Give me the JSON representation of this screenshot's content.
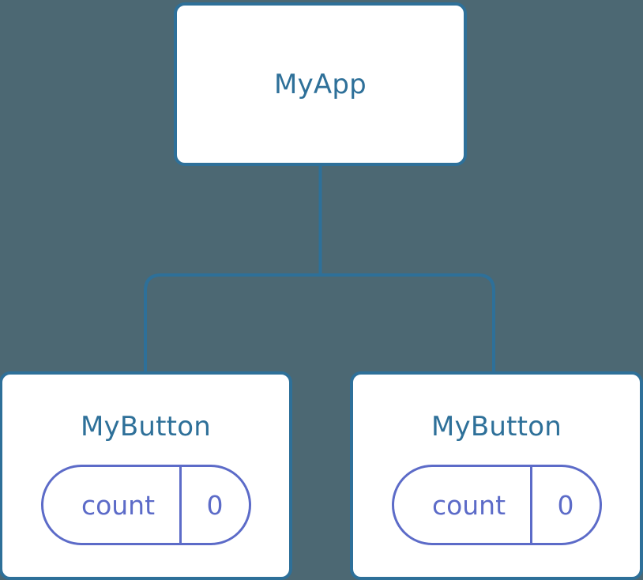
{
  "diagram": {
    "type": "component-tree",
    "background_color": "#4c6873",
    "node_border_color": "#2e7099",
    "node_title_color": "#2e7099",
    "pill_color": "#5c6bc8",
    "edge_color": "#2e7099"
  },
  "tree": {
    "root": {
      "title": "MyApp",
      "state": null
    },
    "children": [
      {
        "title": "MyButton",
        "state": {
          "key": "count",
          "value": "0"
        }
      },
      {
        "title": "MyButton",
        "state": {
          "key": "count",
          "value": "0"
        }
      }
    ]
  }
}
